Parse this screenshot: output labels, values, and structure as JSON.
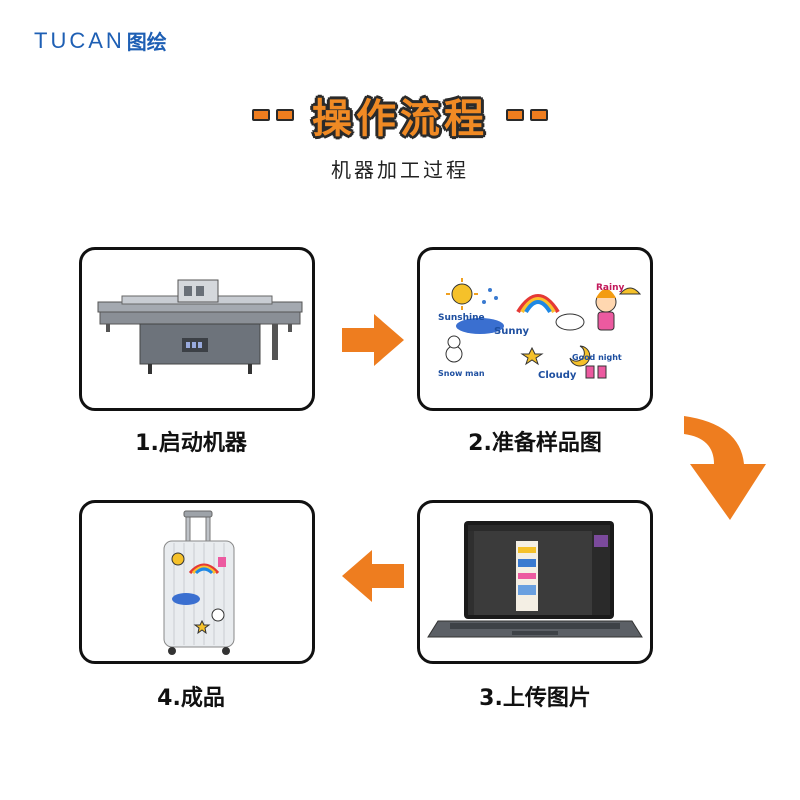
{
  "brand": {
    "latin": "TUCAN",
    "chinese": "图绘"
  },
  "header": {
    "title": "操作流程",
    "subtitle": "机器加工过程"
  },
  "steps": [
    {
      "label": "1.启动机器",
      "image": "uv-flatbed-printer"
    },
    {
      "label": "2.准备样品图",
      "image": "cartoon-weather-artwork"
    },
    {
      "label": "3.上传图片",
      "image": "laptop-with-design-software"
    },
    {
      "label": "4.成品",
      "image": "printed-suitcase"
    }
  ],
  "artwork_text": {
    "sunshine": "Sunshine",
    "sunny": "Sunny",
    "rainy": "Rainy",
    "good_night": "Good night",
    "snowman": "Snow man",
    "cloudy": "Cloudy"
  },
  "colors": {
    "accent": "#ee7d1f",
    "brand_blue": "#1e5fb4",
    "outline": "#111111"
  },
  "icons": [
    "arrow-right-icon",
    "arrow-down-curve-icon",
    "arrow-left-icon"
  ]
}
